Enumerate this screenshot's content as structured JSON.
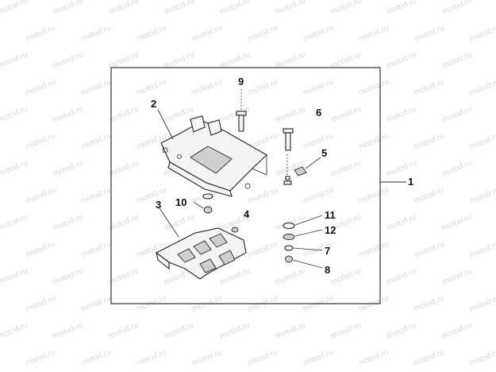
{
  "watermark": {
    "text": "motod.ru"
  },
  "callouts": {
    "c1": "1",
    "c2": "2",
    "c3": "3",
    "c4": "4",
    "c5": "5",
    "c6": "6",
    "c7": "7",
    "c8": "8",
    "c9": "9",
    "c10": "10",
    "c11": "11",
    "c12": "12"
  },
  "colors": {
    "line": "#222222",
    "watermark": "#d8d8d8",
    "frame": "#333333"
  }
}
